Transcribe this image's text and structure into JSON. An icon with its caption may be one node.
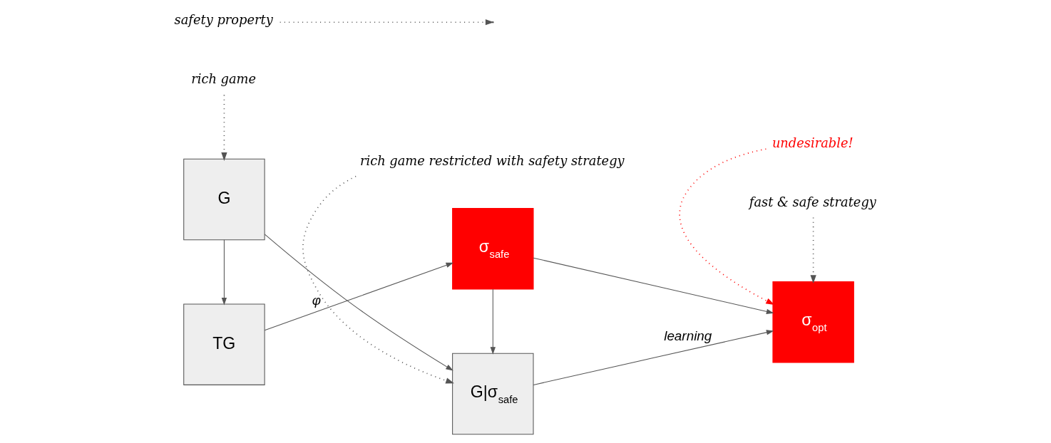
{
  "diagram": {
    "nodes": [
      {
        "text": [
          "TG"
        ]
      },
      {
        "text": [
          "σ$_{safe}$"
        ]
      },
      {
        "text": [
          "G"
        ]
      },
      {
        "text": [
          "G|σ$_{safe}$"
        ]
      },
      {
        "text": [
          "σ$_{opt}$"
        ]
      },
      {
        "text": [
          "safety property"
        ]
      },
      {
        "text": [
          "rich game"
        ]
      },
      {
        "text": [
          "rich game restricted with safety strategy"
        ]
      },
      {
        "text": [
          "fast & safe strategy"
        ]
      },
      {
        "text": [
          "undesirable!"
        ]
      }
    ],
    "edges": [
      {
        "from": 0,
        "to": 1,
        "arrow": "to",
        "label": "φ"
      },
      {
        "from": 1,
        "to": 4,
        "arrow": "to"
      },
      {
        "from": 1,
        "to": 3,
        "arrow": "to"
      },
      {
        "from": 2,
        "to": 0,
        "arrow": "to"
      },
      {
        "from": 2,
        "to": 3,
        "arrow": "to"
      },
      {
        "from": 3,
        "to": 4,
        "arrow": "to",
        "label": "learning"
      },
      {
        "from": 5,
        "to": null,
        "arrow": "to",
        "style": "dashed"
      },
      {
        "from": 6,
        "to": 2,
        "arrow": "to",
        "style": "dashed"
      },
      {
        "from": 7,
        "to": 3,
        "arrow": "to",
        "style": "dashed"
      },
      {
        "from": 8,
        "to": 4,
        "arrow": "to",
        "style": "dashed"
      },
      {
        "from": 9,
        "to": 4,
        "arrow": "to",
        "style": "dashed",
        "color": "#ff0000"
      }
    ]
  }
}
